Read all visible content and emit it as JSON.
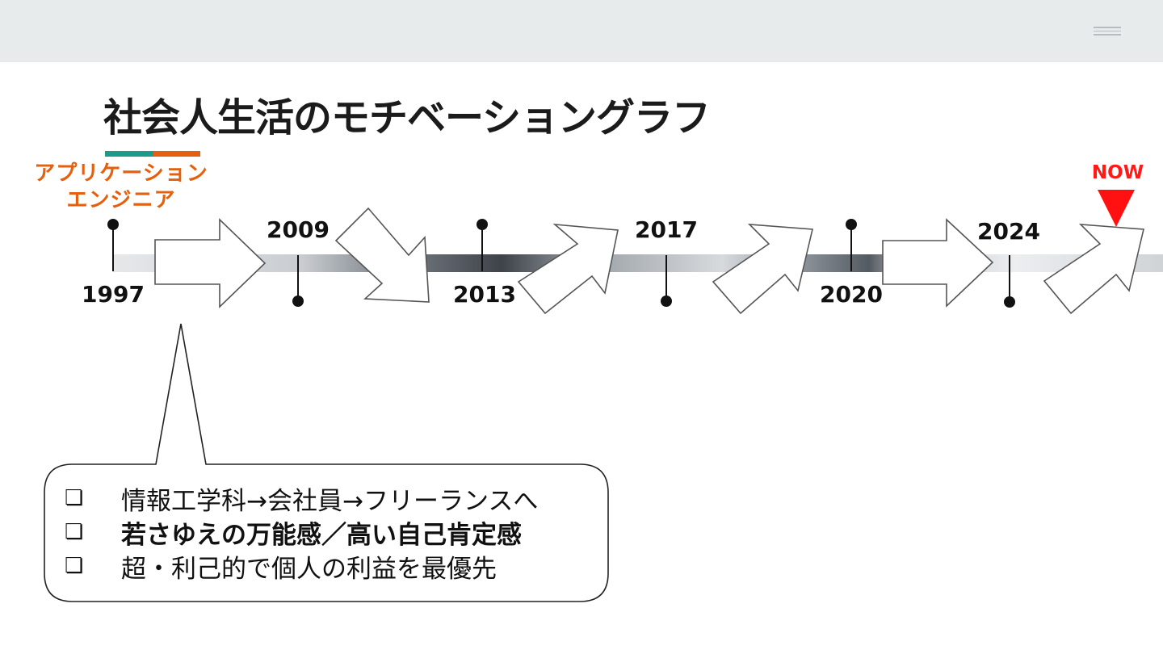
{
  "header": {
    "menu_icon": "menu-lines-icon",
    "background": "#e7ebec"
  },
  "title": "社会人生活のモチベーショングラフ",
  "accent_colors": [
    "#1c9a8a",
    "#e4600e"
  ],
  "role": {
    "line1": "アプリケーション",
    "line2": "エンジニア",
    "color": "#e4600e"
  },
  "now": {
    "label": "NOW",
    "color": "#ff1111"
  },
  "timeline": {
    "years": [
      "1997",
      "2009",
      "2013",
      "2017",
      "2020",
      "2024"
    ],
    "arrows": [
      "right",
      "down-right",
      "up-right",
      "up-right",
      "right",
      "up-right"
    ]
  },
  "callout": {
    "bullet_icon": "checkbox-icon",
    "bullet_glyph": "❏",
    "items": [
      "情報工学科→会社員→フリーランスへ",
      "若さゆえの万能感／高い自己肯定感",
      "超・利己的で個人の利益を最優先"
    ]
  }
}
